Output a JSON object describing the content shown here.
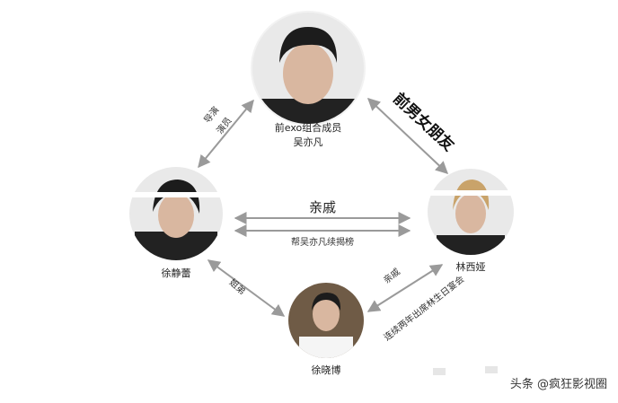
{
  "nodes": {
    "top": {
      "line1": "前exo组合成员",
      "line2": "吴亦凡"
    },
    "left": {
      "label": "徐静蕾"
    },
    "right": {
      "label": "林西娅"
    },
    "bottom": {
      "label": "徐晓博"
    }
  },
  "edges": {
    "top_left": {
      "line1": "导演",
      "line2": "演员"
    },
    "top_right": {
      "label": "前男女朋友"
    },
    "left_right_top": {
      "label": "亲戚"
    },
    "left_right_bottom": {
      "label": "帮吴亦凡续揭榜"
    },
    "left_bottom": {
      "label": "姐弟"
    },
    "right_bottom_a": {
      "label": "亲戚"
    },
    "right_bottom_b": {
      "label": "连续两年出席林生日宴会"
    }
  },
  "watermark": {
    "text": "头条 @疯狂影视圈"
  },
  "colors": {
    "arrow": "#9a9a9a",
    "text": "#222222"
  }
}
